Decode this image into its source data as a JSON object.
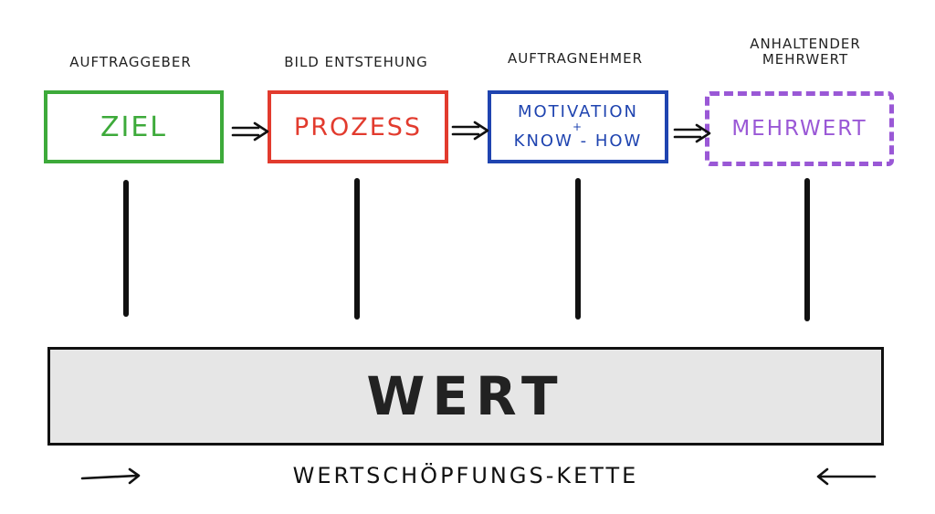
{
  "roles": {
    "client": "AUFTRAGGEBER",
    "image_creation": "BILD ENTSTEHUNG",
    "contractor": "AUFTRAGNEHMER",
    "lasting_value_line1": "ANHALTENDER",
    "lasting_value_line2": "MEHRWERT"
  },
  "boxes": {
    "goal": "ZIEL",
    "process": "PROZESS",
    "motivation_line1": "MOTIVATION",
    "motivation_plus": "+",
    "motivation_line2": "KNOW - HOW",
    "added_value": "MEHRWERT"
  },
  "value_bar": {
    "label": "WERT"
  },
  "chain_label": "WERTSCHÖPFUNGS-KETTE",
  "colors": {
    "goal": "#3daa3a",
    "process": "#e23b2e",
    "motivation": "#1f44b0",
    "added_value": "#9a58d6",
    "ink": "#111111",
    "bar_fill": "#e6e6e6"
  },
  "icons": {
    "connector": "double-arrow-right-icon",
    "chain_left": "arrow-right-icon",
    "chain_right": "arrow-left-icon"
  }
}
